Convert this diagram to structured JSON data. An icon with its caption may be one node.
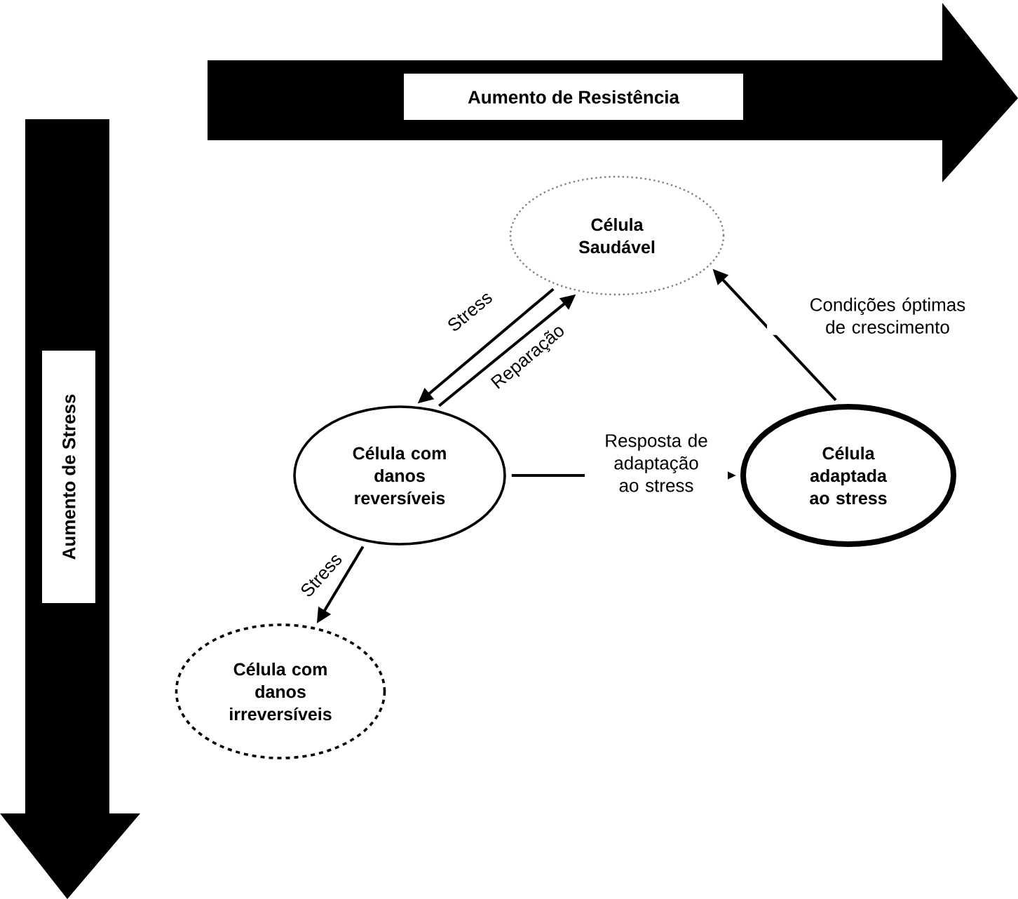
{
  "diagram": {
    "nodes": [
      {
        "text": [
          "Célula Saudável"
        ]
      },
      {
        "text": [
          "Célula com danos reversíveis"
        ]
      },
      {
        "text": [
          "Célula adaptada ao stress"
        ]
      },
      {
        "text": [
          "Célula com danos irreversíveis"
        ]
      }
    ],
    "edges": [
      {
        "from": 0,
        "to": 1,
        "arrow": "to",
        "label": "Stress"
      },
      {
        "from": 1,
        "to": 0,
        "arrow": "to",
        "label": "Reparação"
      },
      {
        "from": 1,
        "to": 2,
        "arrow": "to",
        "label": "Resposta de adaptação ao stress"
      },
      {
        "from": 2,
        "to": 0,
        "arrow": "to",
        "label": "Condições óptimas de crescimento"
      },
      {
        "from": 1,
        "to": 3,
        "arrow": "to",
        "label": "Stress"
      }
    ],
    "labels": [
      "Aumento de Resistência",
      "Aumento de Stress"
    ]
  }
}
